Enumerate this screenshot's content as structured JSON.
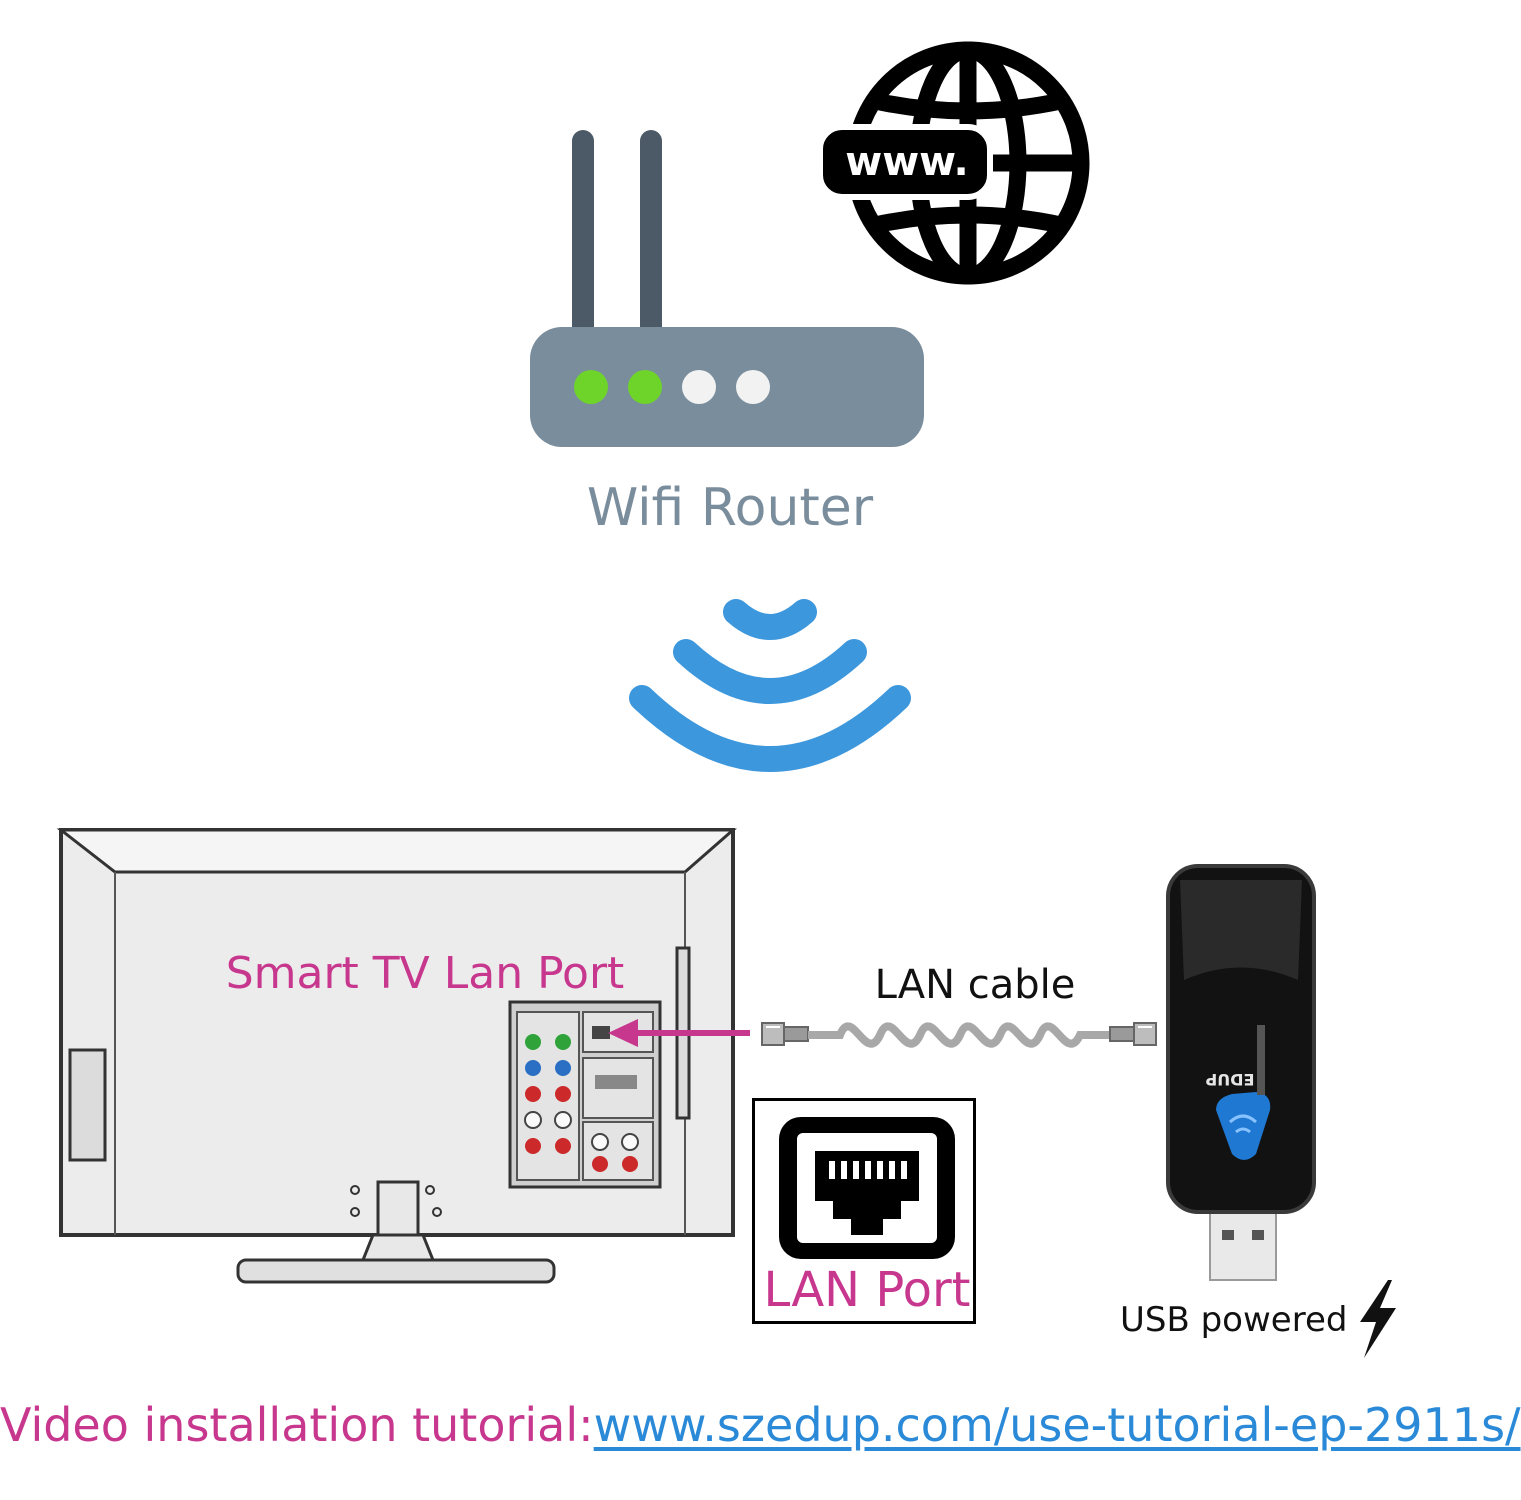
{
  "router": {
    "label": "Wifi Router",
    "led_colors": [
      "#6ed42a",
      "#6ed42a",
      "#f2f2f2",
      "#f2f2f2"
    ],
    "body_color": "#7a8d9c",
    "antenna_color": "#4b5a66"
  },
  "globe": {
    "badge_text": "www."
  },
  "wifi": {
    "color": "#3c97dd"
  },
  "tv": {
    "lan_label": "Smart TV Lan Port"
  },
  "cable": {
    "label": "LAN cable"
  },
  "lan_port": {
    "label": "LAN Port"
  },
  "adapter": {
    "brand": "EDUP",
    "power_label": "USB powered"
  },
  "footer": {
    "prefix": "Video installation tutorial:",
    "link_text": "www.szedup.com/use-tutorial-ep-2911s/"
  },
  "colors": {
    "accent_pink": "#c7378e",
    "link_blue": "#2a8ad8"
  }
}
